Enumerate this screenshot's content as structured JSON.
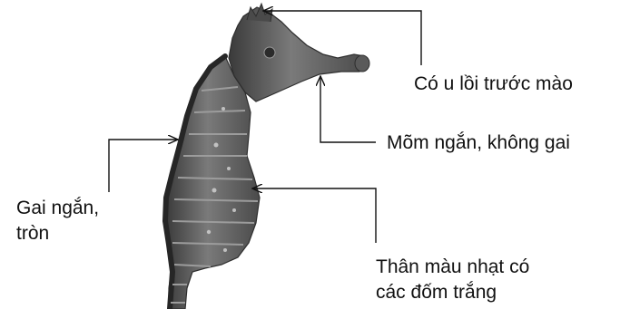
{
  "image": {
    "subject": "seahorse-specimen",
    "colors": {
      "text": "#111111",
      "lines": "#111111",
      "specimen_dark": "#3a3a3a",
      "specimen_mid": "#6b6b6b",
      "specimen_light": "#a8a8a8",
      "background": "#ffffff"
    }
  },
  "annotations": {
    "crest": {
      "line1": "Có u lồi trước mào"
    },
    "snout": {
      "line1": "Mõm ngắn, không gai"
    },
    "spines": {
      "line1": "Gai ngắn,",
      "line2": "tròn"
    },
    "body": {
      "line1": "Thân màu nhạt có",
      "line2": "các đốm trắng"
    }
  }
}
